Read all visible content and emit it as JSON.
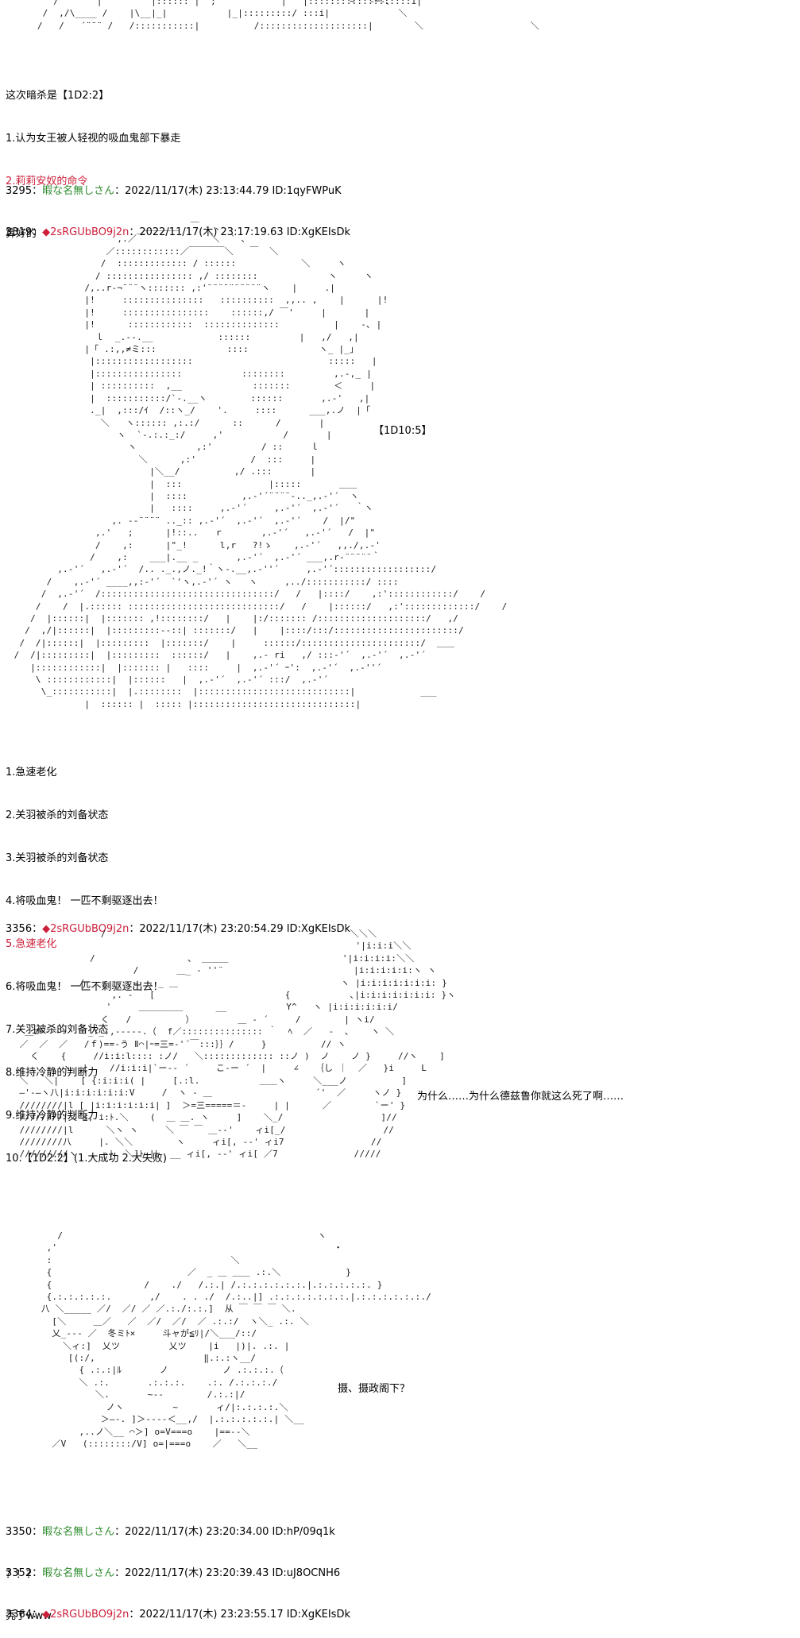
{
  "top_art": "    /       |         |:::::: |  ;            |   |:::::::::::::::::::i|\n  /  ,/\\____ /    |\\__|_|           |_|:::::::::/ :::i|\n /   /   ´¨¨¨ /   /:::::::::::|          /::::::::::::::::::::|                             ＼",
  "top_art_right": "~￣ ‐─-、\n         ＼\n            ＼",
  "intro": {
    "line1": "这次暗杀是【1D2:2】",
    "opt1": "1.认为女王被人轻视的吸血鬼部下暴走",
    "opt2": "2.莉莉安奴的命令"
  },
  "post3295": {
    "num": "3295：",
    "name": "暇な名無しさん",
    "meta": "：2022/11/17(木) 23:13:44.79 ID:1qyFWPuK",
    "body": "算好的"
  },
  "post3319": {
    "num": "3319：",
    "diamond": "◆",
    "name": "2sRGUbBO9j2n",
    "meta": "：2022/11/17(木) 23:17:19.63 ID:XgKEIsDk",
    "dice": "【1D10:5】",
    "art": "                          ＿＿＿＿  ￣ ‐ ､\n                     ,.／￣            ＼  ` ､\n                   ／::::::::::::／￣￣￣￣＼   ￣  ＼\n                  /  ::::::::::::: / ::::::            ＼     ヽ\n                 / :::::::::::::::: ,/ ::::::::             ヽ     ヽ\n               /,..r‐¬¨¨¨ヽ::::::: ,:'¨¨¨¨¨¨¨¨¨¨ヽ    |     .|\n               |!     :::::::::::::::   ::::::::::  ,,.. ,    |      |!\n               |!     ::::::::::::::::    ::::::,/ ￣'     |       |\n               |!      ::::::::::::  ::::::::::::::          |    -､ |\n                 ｌ  _.-‐.__            ::::::         |   ,/   ,|\n               |「 .:,,≠ミ:::             ::::             ヽ_ |_」\n                |::::::::::::::::::                         :::::   |\n                |::::::::::::::::           ::::::::         ,.-,_ |\n                | ::::::::::  ,__             :::::::        ＜     |\n                |  :::::::::::/`‐.__ヽ        ::::::       ,.-'   ,|\n                ._|  ,:::/ｲ  /::ヽ_/    '.     ::::      ___,.ノ  |「\n                  ＼   ヽ:::::: ,:.:/      ::      /       |\n                     ヽ  `‐.:.:_:/     ,'           /       |\n                       ヽ           ,:'         / ::     ｌ\n                         ＼      ,:'          /  :::     |\n                           |＼__/          ,/ .:::       |\n                           |  :::                |:::::       ＿＿\n                           |  ::::          ,.-'´¨¨¨¨-.._,.-'´  ヽ\n                           |   ::::     ,.-'´     ,.-'´  ,.-'´   ｀ヽ\n                    ,. -‐¨¨¨¨ .._:: ,.-'´  ,.-'´  ,.-'´    /  |/\"\n                 ,.'   ;      |!::..   ｒ       ,.-'´   ,.-'´   /  |\"\n                 /    ,:      |\"_!      l,r   ?!ゝ    ,.-'´   ,,./,.-'\n                /    ,:    ___|.__ _       ,.-'´  ,.-'´ ___,.r‐¨¨¨¨¨｀\n          ,.-'´   ,.-'´  /.. ._.,ノ._!｀ヽ‐.__,.-''´     ,.-'´::::::::::::::::::/\n        /    ,.-'´ ____,,:‐'´  `'ヽ,.-'´ ヽ   ヽ     ,../:::::::::::/ ::::\n       /  ,.-'´  /::::::::::::::::::::::::::::::::/   /   |::::/    ,:'::::::::::::/    /\n      /    /  |.:::::: ::::::::::::::::::::::::::::/   /    |::::::/   ,:':::::::::::::/    /\n     /  |::::::|  |::::::: ,!::::::::/   |    |:/::::::: /::::::::::::::::::::/   ,/\n    /  ,/|::::::|  |:::::::::--::| :::::::/   |    |::::/:::/:::::::::::::::::::::::/\n   /  /|::::::|  |:::::::::  |:::::::/    |     ::::::/::::::::::::::::::::::/  ＿＿\n  /  /|:::::::::|  |:::::::::  ::::::/   |    ,.- ri   ,/ :::‐'´  ,.-'´  ,.-'´\n     |::::::::::::|  |::::::: |   ::::     |  ,.-'´ ｰ':  ,.-'´  ,.-''´\n      \\ ::::::::::::|  |::::::   |  ,.-'´  ,.-'´ :::/  ,.-'´\n       \\_:::::::::::|  |.::::::::  |::::::::::::::::::::::::::::|            ___\n               |  :::::: |  ::::: |::::::::::::::::::::::::::::::|"
  },
  "post3319_opts": [
    "1.急速老化",
    "2.关羽被杀的刘备状态",
    "3.关羽被杀的刘备状态",
    "4.将吸血鬼！ 一匹不剩驱逐出去！",
    "5.急速老化",
    "6.将吸血鬼！ 一匹不剩驱逐出去！",
    "7.关羽被杀的刘备状态",
    "8.维持冷静的判断力",
    "9.维持冷静的判断力",
    "10.【1D2:2】(1.大成功 2.大失败)"
  ],
  "post3356": {
    "num": "3356：",
    "diamond": "◆",
    "name": "2sRGUbBO9j2n",
    "meta": "：2022/11/17(木) 23:20:54.29 ID:XgKEIsDk",
    "art1": "                  /                                             ＼＼＼\n                                                                 '|i:i:i＼＼\n                /                 、 ＿＿＿                     '|i:i:i:i:＼＼\n                        /       ＿_ ‐ ''¨                        |i:i:i:i:i:ヽ ヽ\n              /      ‐  -  、_ ＿                              ヽ |i:i:i:i:i:i:i: }\n                    ,. -   [                        {           ､|i:i:i:i:i:i:i: }ヽ\n                   '     ＿＿＿＿＿      __           Y^   ヽ |i:i:i:i:i:i/\n                  く   /          ）        ＿ ‐ ´     /        | ヽi/\n    ＿z─‐‐‐─    _Y_.,-----.（  f／::::::::::::::: ｀  ﾍ  ／   -  ､    ヽ ＼\n   ／  ／  ／   /ｆ)==-う Ⅱ⌒|ｰ=三=-'´￣:::｝｝/     }          // ヽ\n     く    {     //i:i:l:::: :ノ/   ＼::::::::::::: ::ノ )  ノ    ノ }     //ヽ    ]\n           ヽ  |    //i:i:i|`ー‐‐ ´     こ‐ー ´  |     ∠   ｛し ｜  ／   }i     L\n   ＼   ＼|    [ {:i:i:i( |     [.:l.           ＿＿ヽ     ＼___ノ          ]\n   ―'‐―ヽ八|i:i:i:i:i:i:V     /  ヽ ‐ ＿                   ´'  ／     ヽノ }\n   ////////|l [ |i:i:i:i:i:i| ]  ＞=三=====＝-     | |      ／        `ー' }\n   ////////|乂 ≦, i:ﾄ.＼    (  ＿ ＿. ヽ     ]    ＼_/                  ]//\n   ////////|l      ＼ヽ ヽ     ＼ ￣ ￣ ＿-‐'    ィi[_/                  //\n   ////////八     |. ＼＼        ヽ     ィi[, -‐' ィi7                //\n   /////////ヽ      ﾄ  ＼]ﾄ |ﾄ  __ ィi[, -‐' ィi[ ／7              /////",
    "side1": "为什么……为什么德兹鲁你就这么死了啊……",
    "art2": "          /                                               ヽ\n        ,'                                                   ・\n        :                                 ＼\n        {                         ／  _ ＿ ＿＿ .:.＼            }\n        {                 /    ./   /.:.| /.:.:.:.:.:.:.|.:.:.:.:.:. }\n        {.:.:.:.:.:.       ,/    . . ./  /.:..|] .:.:.:.:.:.:.:.|.:.:.:.:.:.:./\n       八 ＼_____ ／/  ／/ ／ ／.:./:.:.]  从 ￣ ￣ ￣ ＼.\n         [＼     ＿／   ／  ／/  ／/  ／ .:.:/  ヽ＼_ .:. ＼\n         乂_--- ／  冬ミﾄ×     斗ャが≦ﾘ|/＼___/::/\n           ＼ィ:]  乂ツ         乂ツ    |i   |)|. .:. |\n            [(:/,                    ‖.:.:ヽ__/\n              { .:.:|ﾙ       ノ          ノ .:.:.:.（\n              ＼ .:.       .:.:.:.    .:. /.:.:.:./\n                 ＼.       ~‐-        /.:.:|/\n                   ノヽ         ~       ィ/|:.:.:.:.＼\n                  ＞―‐. ]＞----＜__,/  |.:.:.:.:.:.| ＼__\n              ,..ノ＼__ ⌒＞] o=V===o    |==--＼\n         ／V   (::::::::/V] o=|===o    ／   ＼__",
    "side2": "摄、摄政阁下？"
  },
  "post3350": {
    "num": "3350：",
    "name": "暇な名無しさん",
    "meta": "：2022/11/17(木) 23:20:34.00 ID:hP/09q1k",
    "body": "？！？"
  },
  "post3352": {
    "num": "3352：",
    "name": "暇な名無しさん",
    "meta": "：2022/11/17(木) 23:20:39.43 ID:uJ8OCNH6",
    "body": "秃了www"
  },
  "post_cut": {
    "num": "3364：",
    "diamond": "◆",
    "name": "2sRGUbBO9j2n",
    "meta": "：2022/11/17(木) 23:23:55.17 ID:XgKEIsDk"
  }
}
